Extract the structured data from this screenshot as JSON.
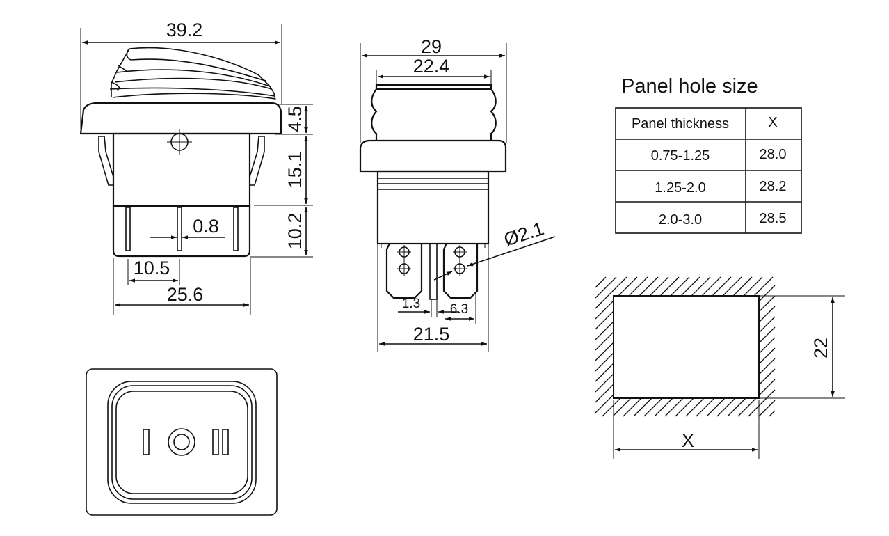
{
  "front_view": {
    "overall_width": "39.2",
    "bezel_height": "4.5",
    "body_height": "15.1",
    "terminal_height": "10.2",
    "terminal_thickness": "0.8",
    "terminal_pitch": "10.5",
    "body_width": "25.6"
  },
  "side_view": {
    "bezel_width": "29",
    "boot_width": "22.4",
    "hole_diameter": "Ø2.1",
    "gap": "1.3",
    "terminal_width": "6.3",
    "base_width": "21.5"
  },
  "panel_hole": {
    "title": "Panel hole size",
    "header": [
      "Panel thickness",
      "X"
    ],
    "rows": [
      {
        "thickness": "0.75-1.25",
        "x": "28.0"
      },
      {
        "thickness": "1.25-2.0",
        "x": "28.2"
      },
      {
        "thickness": "2.0-3.0",
        "x": "28.5"
      }
    ],
    "height": "22",
    "width_label": "X"
  },
  "top_view": {
    "symbols": [
      "I",
      "O",
      "II"
    ]
  }
}
